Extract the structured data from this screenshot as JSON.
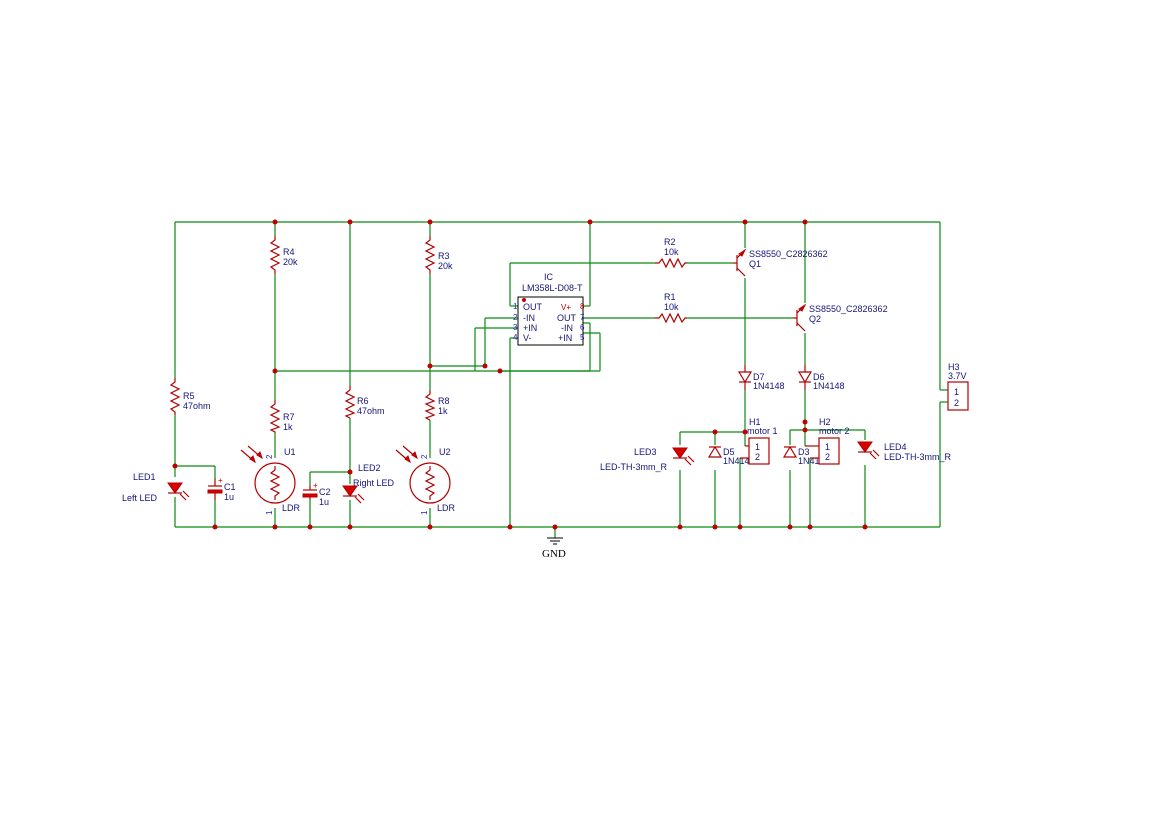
{
  "components": {
    "R1": {
      "ref": "R1",
      "value": "10k"
    },
    "R2": {
      "ref": "R2",
      "value": "10k"
    },
    "R3": {
      "ref": "R3",
      "value": "20k"
    },
    "R4": {
      "ref": "R4",
      "value": "20k"
    },
    "R5": {
      "ref": "R5",
      "value": "47ohm"
    },
    "R6": {
      "ref": "R6",
      "value": "47ohm"
    },
    "R7": {
      "ref": "R7",
      "value": "1k"
    },
    "R8": {
      "ref": "R8",
      "value": "1k"
    },
    "C1": {
      "ref": "C1",
      "value": "1u"
    },
    "C2": {
      "ref": "C2",
      "value": "1u"
    },
    "LED1": {
      "ref": "LED1",
      "value": "Left LED"
    },
    "LED2": {
      "ref": "LED2",
      "value": "Right LED"
    },
    "LED3": {
      "ref": "LED3",
      "value": "LED-TH-3mm_R"
    },
    "LED4": {
      "ref": "LED4",
      "value": "LED-TH-3mm_R"
    },
    "U1": {
      "ref": "U1",
      "value": "LDR",
      "pin1": "1",
      "pin2": "2"
    },
    "U2": {
      "ref": "U2",
      "value": "LDR",
      "pin1": "1",
      "pin2": "2"
    },
    "IC": {
      "ref": "IC",
      "value": "LM358L-D08-T",
      "left_pins": [
        {
          "num": "1",
          "name": "OUT"
        },
        {
          "num": "2",
          "name": "-IN"
        },
        {
          "num": "3",
          "name": "+IN"
        },
        {
          "num": "4",
          "name": "V-"
        }
      ],
      "right_pins": [
        {
          "num": "8",
          "name": "V+"
        },
        {
          "num": "7",
          "name": "OUT"
        },
        {
          "num": "6",
          "name": "-IN"
        },
        {
          "num": "5",
          "name": "+IN"
        }
      ]
    },
    "Q1": {
      "ref": "Q1",
      "value": "SS8550_C2826362"
    },
    "Q2": {
      "ref": "Q2",
      "value": "SS8550_C2826362"
    },
    "D3": {
      "ref": "D3",
      "value": "1N4148"
    },
    "D5": {
      "ref": "D5",
      "value": "1N4148"
    },
    "D6": {
      "ref": "D6",
      "value": "1N4148"
    },
    "D7": {
      "ref": "D7",
      "value": "1N4148"
    },
    "H1": {
      "ref": "H1",
      "value": "motor 1",
      "pin1": "1",
      "pin2": "2"
    },
    "H2": {
      "ref": "H2",
      "value": "motor 2",
      "pin1": "1",
      "pin2": "2"
    },
    "H3": {
      "ref": "H3",
      "value": "3.7V",
      "pin1": "1",
      "pin2": "2"
    }
  },
  "net_labels": {
    "gnd": "GND"
  },
  "colors": {
    "wire": "#0a8a14",
    "component": "#b10000",
    "text": "#14147a",
    "junction": "#c00000"
  }
}
